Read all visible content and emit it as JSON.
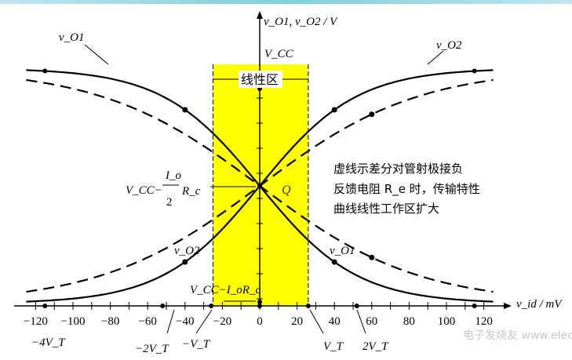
{
  "y_axis_label": "v_O1, v_O2 / V",
  "x_axis_label": "v_id / mV",
  "x_ticks": [
    "−120",
    "−100",
    "−80",
    "−60",
    "−40",
    "−20",
    "0",
    "20",
    "40",
    "60",
    "80",
    "100",
    "120"
  ],
  "vcc_label": "V_CC",
  "q_level_label": {
    "main": "V_CC−",
    "num": "I_o",
    "den": "2",
    "tail": "R_c"
  },
  "bottom_level_label": "V_CC−I_oR_c",
  "linear_region_label": "线性区",
  "q_point_label": "Q",
  "curve_labels": {
    "vo1_top": "v_O1",
    "vo2_top": "v_O2",
    "vo2_bottom": "v_O2",
    "vo1_bottom": "v_O1"
  },
  "vt_labels": [
    "−4V_T",
    "−2V_T",
    "−V_T",
    "V_T",
    "2V_T"
  ],
  "note_lines": [
    "虚线示差分对管射极接负",
    "反馈电阻 R_e 时，传输特性",
    "曲线线性工作区扩大"
  ],
  "watermark": "电子发烧友 www.elecfans.com",
  "colors": {
    "linear_region": "#ffff00",
    "curve": "#000000",
    "topbar": "#7fd0dc"
  }
}
